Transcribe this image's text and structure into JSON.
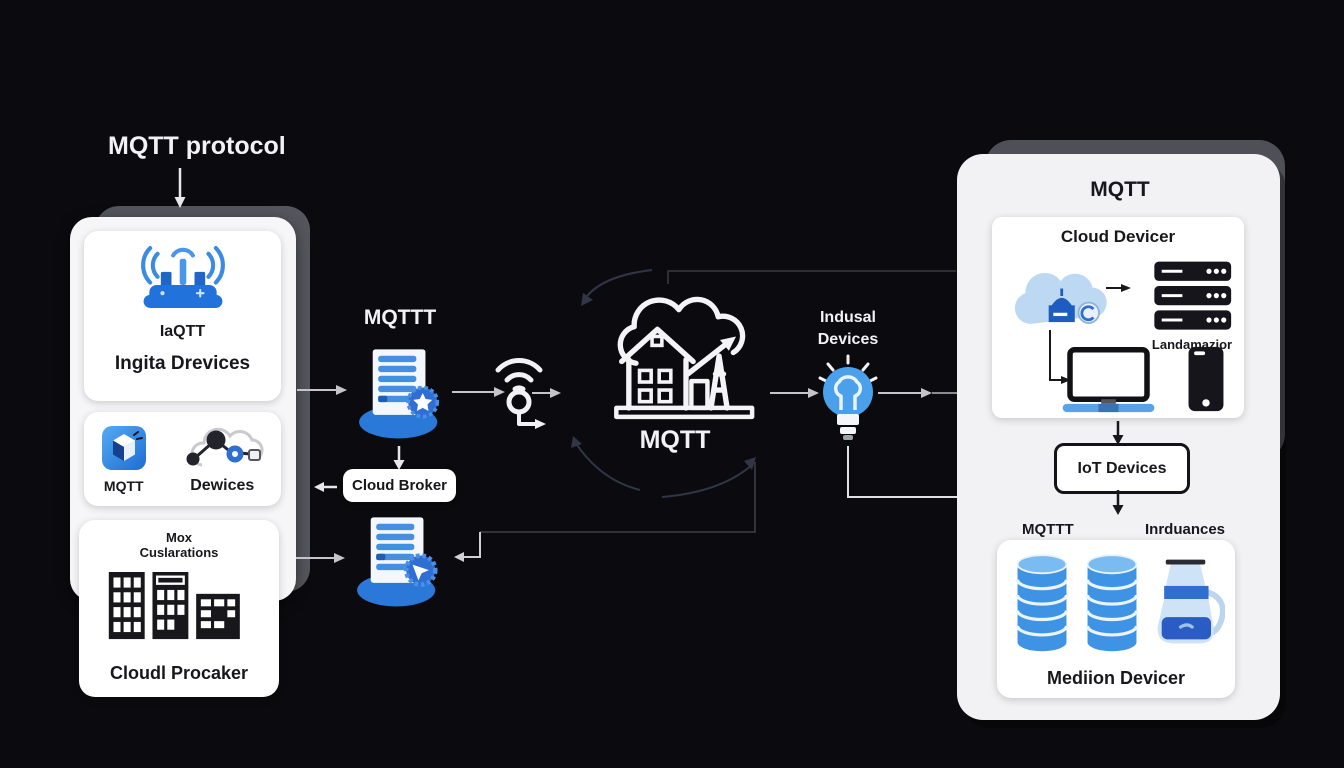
{
  "colors": {
    "background": "#0b0b0f",
    "panel_light": "#f2f2f4",
    "card_white": "#ffffff",
    "shadow_gray": "#55555d",
    "ink_dark": "#17171c",
    "text_light": "#f2f2f4",
    "accent_blue": "#2e7fe0",
    "light_blue": "#bdd8f3",
    "line_gray": "#c6c6cc"
  },
  "header": {
    "title": "MQTT protocol"
  },
  "left_panel": {
    "device_card": {
      "label_small": "IaQTT",
      "label_large": "Ingita Drevices"
    },
    "protocol_card": {
      "mqtt_label": "MQTT",
      "devices_label": "Dewices"
    },
    "broker_card": {
      "heading_line1": "Mox",
      "heading_line2": "Cuslarations",
      "label": "Cloudl Procaker"
    }
  },
  "middle": {
    "broker_label": "MQTTT",
    "cloud_broker_button": "Cloud Broker",
    "hub_label": "MQTT",
    "industrial_label_line1": "Indusal",
    "industrial_label_line2": "Devices"
  },
  "right_panel": {
    "title": "MQTT",
    "cloud_card": {
      "title": "Cloud Devicer",
      "rack_label": "Landamazior"
    },
    "iot_box_label": "IoT Devices",
    "mqtt_label": "MQTTT",
    "appliances_label": "Inrduances",
    "storage_card": {
      "label": "Mediion Devicer"
    }
  },
  "icons": {
    "router": "router-wifi-icon",
    "mqtt_cube": "mqtt-cube-icon",
    "device_network": "device-network-icon",
    "buildings": "buildings-icon",
    "server_star": "server-star-badge-icon",
    "server_gear": "server-gear-badge-icon",
    "wifi_relay": "wifi-relay-icon",
    "cloud_house_hub": "cloud-house-hub-icon",
    "lightbulb": "lightbulb-icon",
    "cloud_server": "cloud-server-icon",
    "server_racks": "server-racks-icon",
    "monitor": "monitor-icon",
    "smartphone": "smartphone-icon",
    "database_cylinder": "database-cylinder-icon",
    "carafe": "carafe-icon"
  }
}
